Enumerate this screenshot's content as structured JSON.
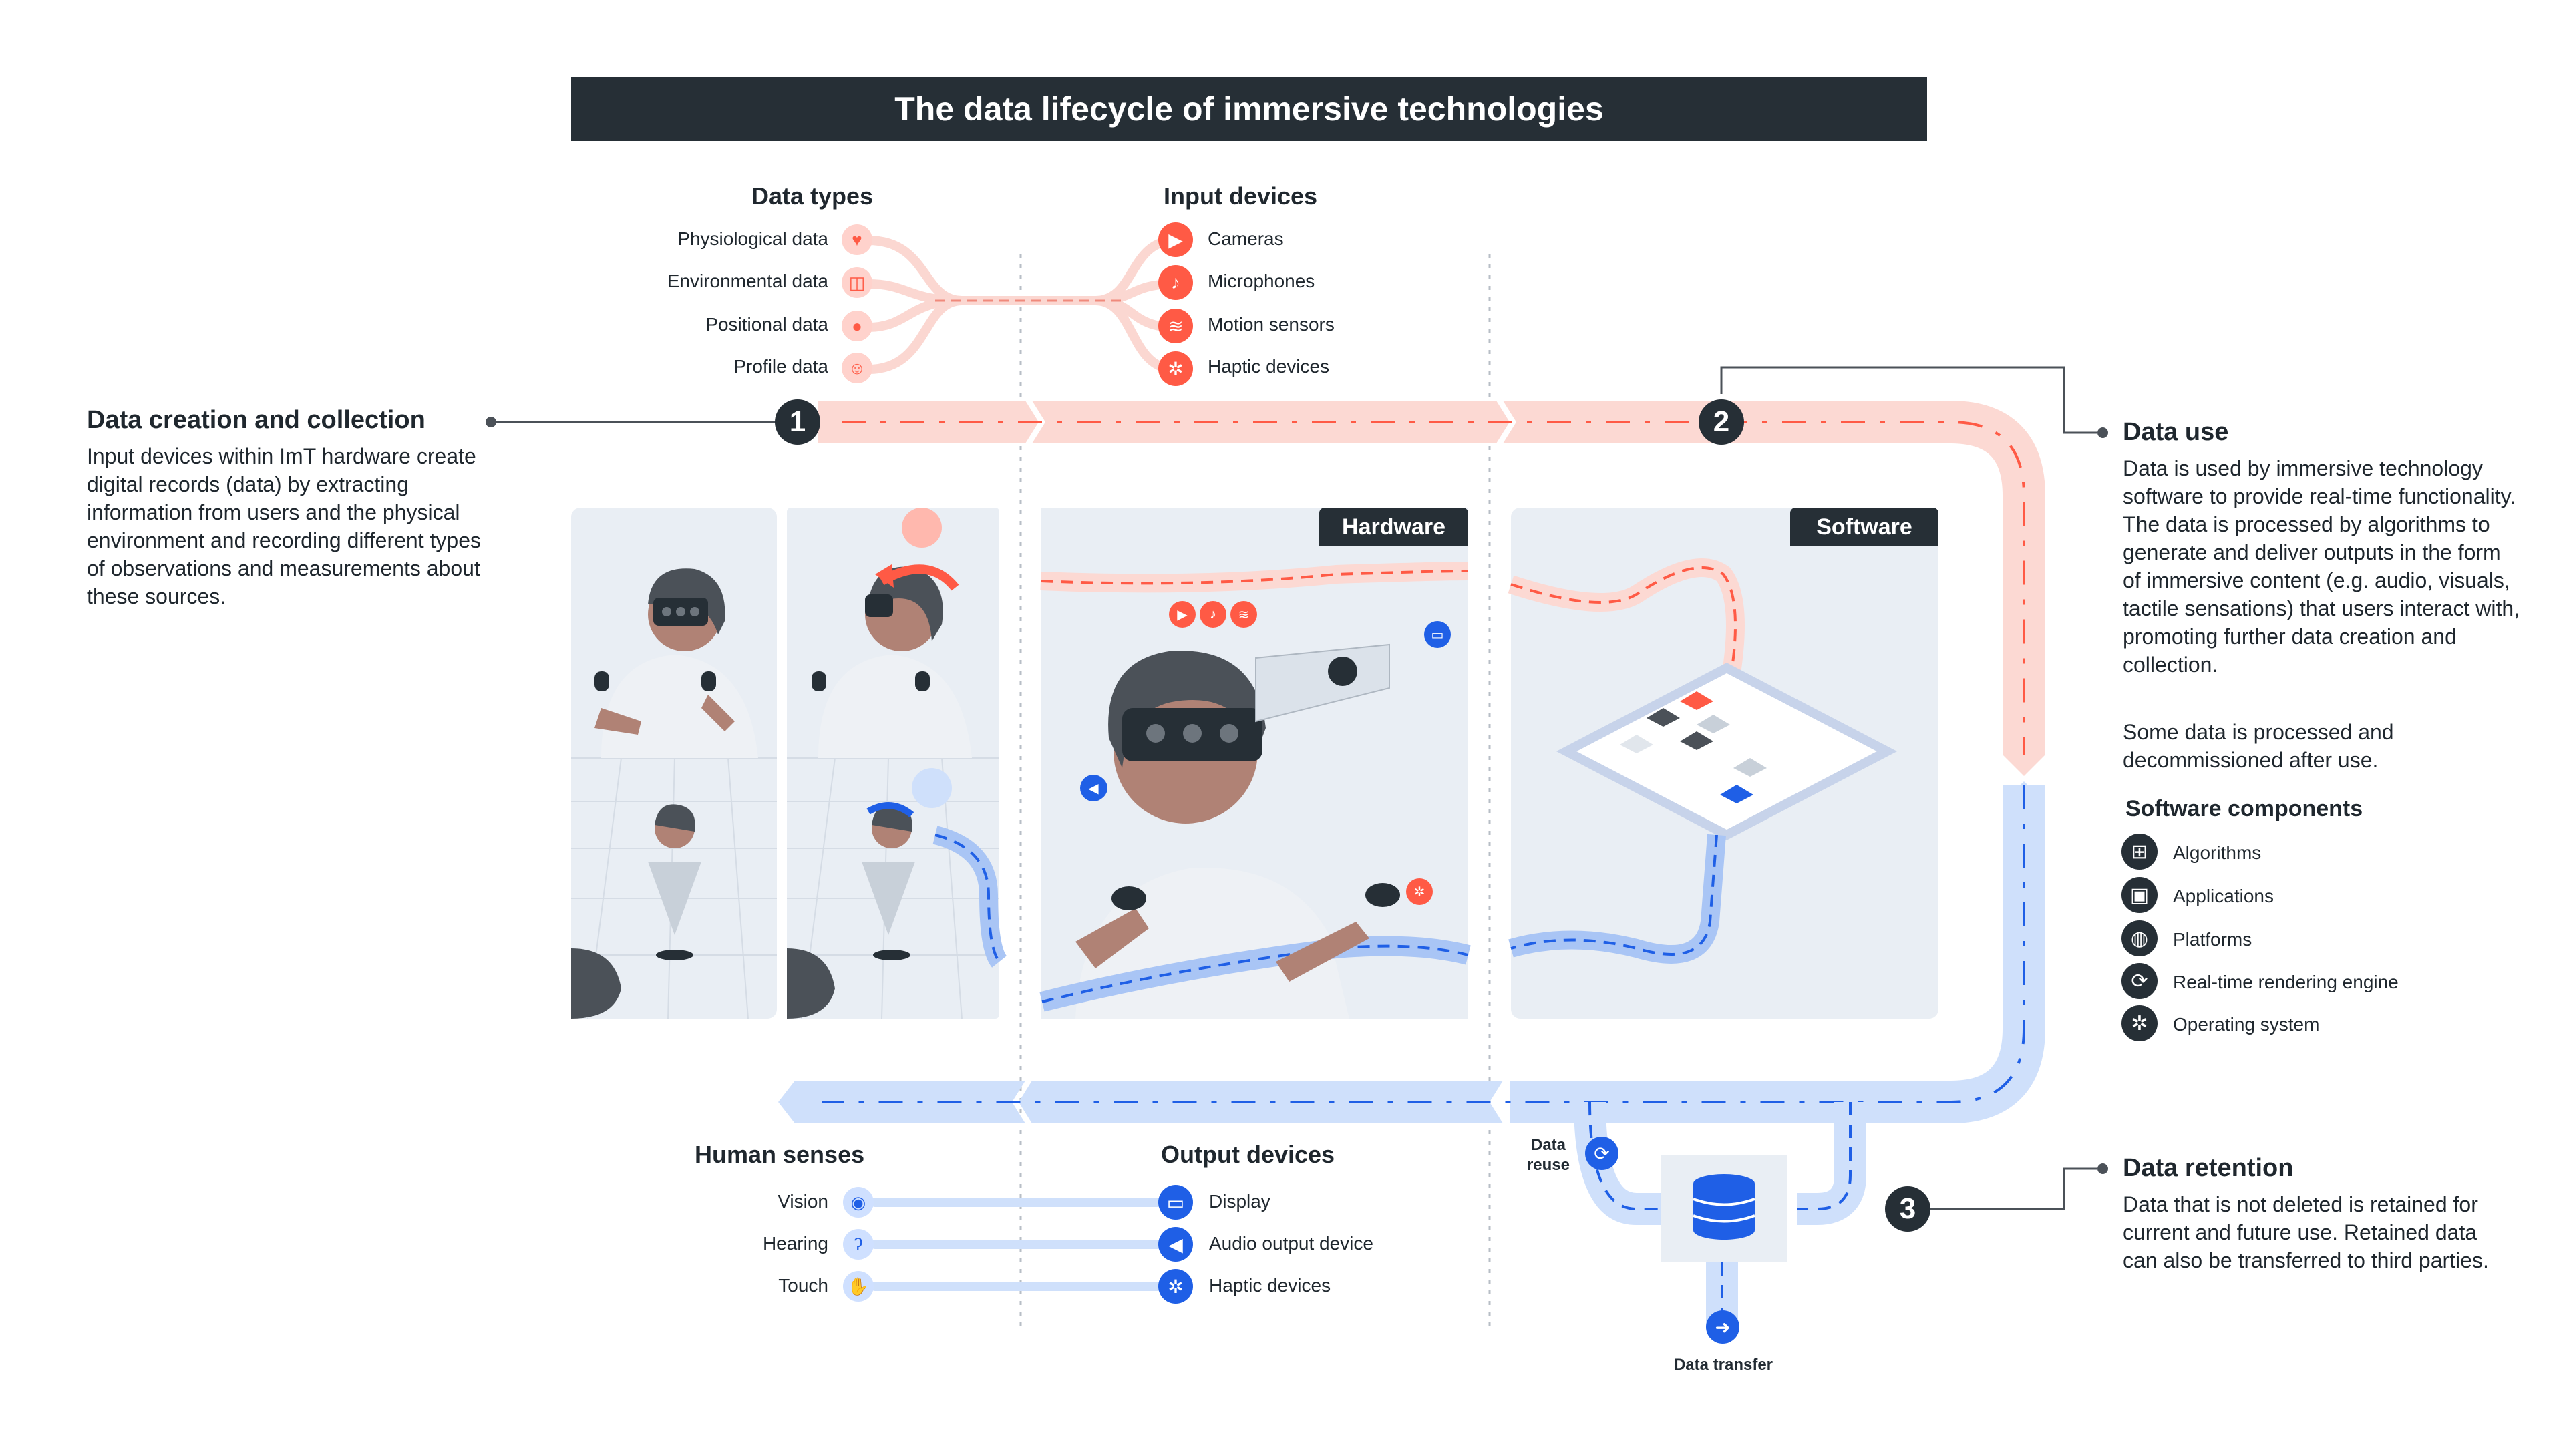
{
  "title": "The data lifecycle of immersive technologies",
  "data_types": {
    "heading": "Data types",
    "items": [
      {
        "label": "Physiological data",
        "icon": "heart-icon"
      },
      {
        "label": "Environmental data",
        "icon": "cube-icon"
      },
      {
        "label": "Positional data",
        "icon": "location-pin-icon"
      },
      {
        "label": "Profile data",
        "icon": "user-icon"
      }
    ]
  },
  "input_devices": {
    "heading": "Input devices",
    "items": [
      {
        "label": "Cameras",
        "icon": "camera-icon"
      },
      {
        "label": "Microphones",
        "icon": "microphone-icon"
      },
      {
        "label": "Motion sensors",
        "icon": "wifi-icon"
      },
      {
        "label": "Haptic devices",
        "icon": "gear-icon"
      }
    ]
  },
  "creation": {
    "heading": "Data creation and collection",
    "body": "Input devices within ImT hardware create digital records (data) by extracting information from users and the physical environment and recording different types of observations and measurements about these sources.",
    "step": "1"
  },
  "use": {
    "heading": "Data use",
    "body1": "Data is used by immersive technology software to provide real-time functionality. The data is processed by algorithms to generate and deliver outputs in the form of immersive content (e.g. audio, visuals, tactile sensations) that users interact with, promoting further data creation and collection.",
    "body2": "Some data is processed and decommissioned after use.",
    "step": "2"
  },
  "software_components": {
    "heading": "Software components",
    "items": [
      {
        "label": "Algorithms",
        "icon": "algorithm-icon"
      },
      {
        "label": "Applications",
        "icon": "application-icon"
      },
      {
        "label": "Platforms",
        "icon": "globe-icon"
      },
      {
        "label": "Real-time rendering engine",
        "icon": "rendering-engine-icon"
      },
      {
        "label": "Operating system",
        "icon": "gear-icon"
      }
    ]
  },
  "panels": {
    "hardware": "Hardware",
    "software": "Software"
  },
  "retention": {
    "heading": "Data retention",
    "body": "Data that is not deleted is retained for current and future use. Retained data can also be transferred to third parties.",
    "step": "3",
    "reuse": "Data reuse",
    "transfer": "Data transfer"
  },
  "human_senses": {
    "heading": "Human senses",
    "items": [
      {
        "label": "Vision",
        "icon": "eye-icon"
      },
      {
        "label": "Hearing",
        "icon": "ear-icon"
      },
      {
        "label": "Touch",
        "icon": "hand-icon"
      }
    ]
  },
  "output_devices": {
    "heading": "Output devices",
    "items": [
      {
        "label": "Display",
        "icon": "display-icon"
      },
      {
        "label": "Audio output device",
        "icon": "speaker-icon"
      },
      {
        "label": "Haptic devices",
        "icon": "gear-icon"
      }
    ]
  },
  "colors": {
    "dark": "#262f36",
    "red_accent": "#ff5a45",
    "red_light": "#fcd9d3",
    "blue_accent": "#1f5fe6",
    "blue_light": "#cfe0fb",
    "panel_bg": "#e9eef4"
  }
}
